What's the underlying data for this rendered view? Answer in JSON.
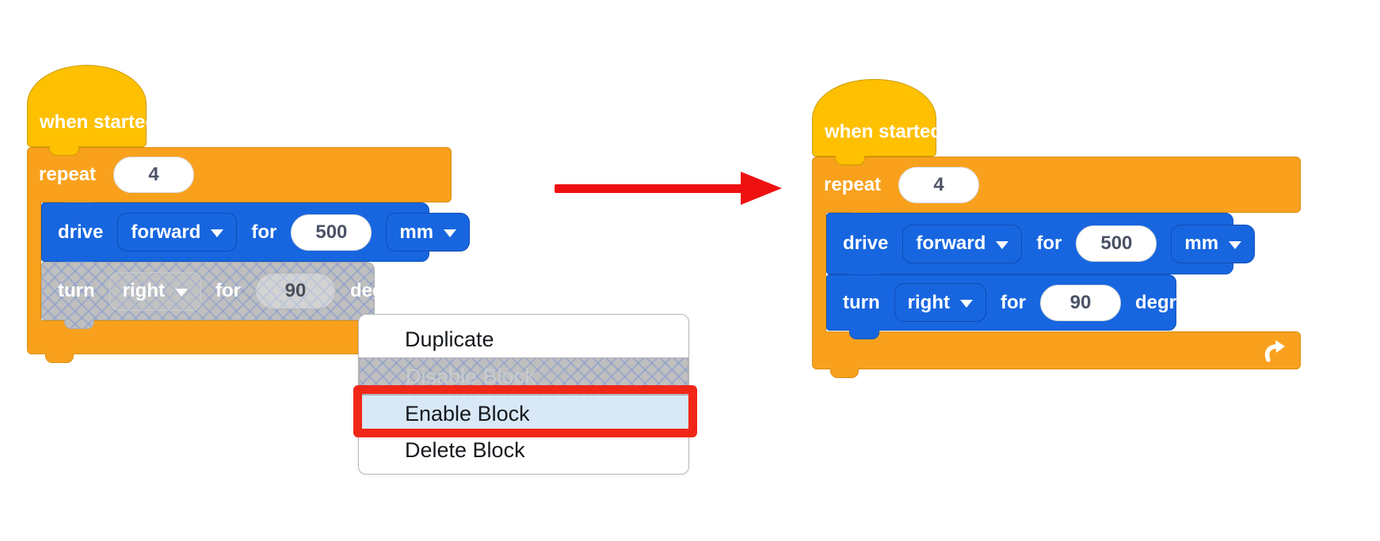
{
  "left_script": {
    "hat_label": "when started",
    "repeat_label": "repeat",
    "repeat_count": "4",
    "drive": {
      "verb": "drive",
      "direction": "forward",
      "for_label": "for",
      "distance": "500",
      "unit": "mm"
    },
    "turn": {
      "verb": "turn",
      "direction": "right",
      "for_label": "for",
      "angle": "90",
      "unit_label": "degrees",
      "state": "disabled"
    }
  },
  "right_script": {
    "hat_label": "when started",
    "repeat_label": "repeat",
    "repeat_count": "4",
    "drive": {
      "verb": "drive",
      "direction": "forward",
      "for_label": "for",
      "distance": "500",
      "unit": "mm"
    },
    "turn": {
      "verb": "turn",
      "direction": "right",
      "for_label": "for",
      "angle": "90",
      "unit_label": "degrees",
      "state": "enabled"
    }
  },
  "context_menu": {
    "items": [
      {
        "label": "Duplicate",
        "state": "normal"
      },
      {
        "label": "Disable Block",
        "state": "disabled"
      },
      {
        "label": "Enable Block",
        "state": "highlighted"
      },
      {
        "label": "Delete Block",
        "state": "normal"
      }
    ]
  },
  "icons": {
    "chevron_down": "chevron-down-icon",
    "repeat_loop": "repeat-arrow-icon",
    "transition": "red-arrow-icon"
  },
  "colors": {
    "hat_yellow": "#FFC001",
    "control_orange": "#F9A11D",
    "orange_border": "#D98E12",
    "drivetrain_blue": "#1766E0",
    "blue_border": "#1252BC",
    "disabled_gray": "#BFBFBF",
    "crosshatch_line": "#7D96D2",
    "menu_highlight": "#D8E8F6",
    "callout_red": "#F12617",
    "arrow_red": "#EF1111",
    "value_text": "#4C5366"
  }
}
